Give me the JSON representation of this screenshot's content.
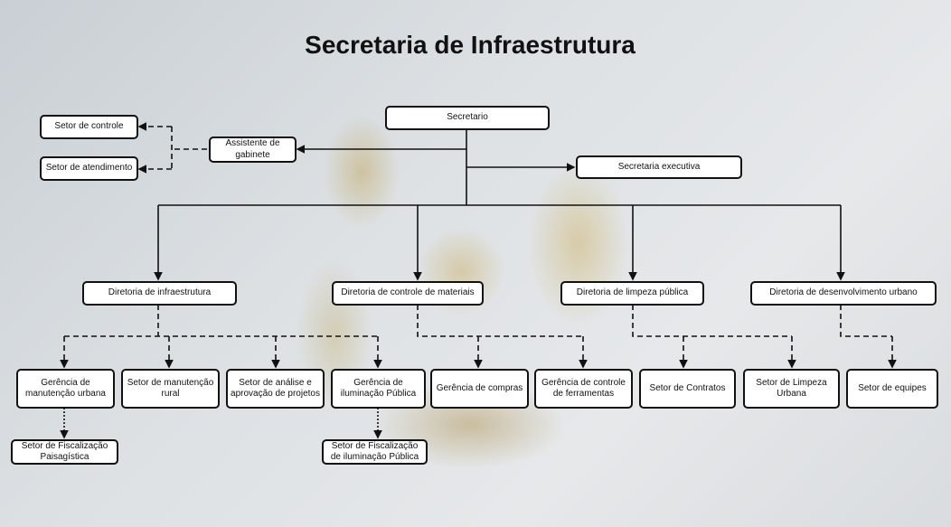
{
  "title": "Secretaria de Infraestrutura",
  "top": {
    "secretario": "Secretario",
    "assistente": "Assistente de gabinete",
    "setor_controle": "Setor de controle",
    "setor_atendimento": "Setor de atendimento",
    "secretaria_executiva": "Secretaria executiva"
  },
  "diretorias": [
    "Diretoria de infraestrutura",
    "Diretoria de controle de materiais",
    "Diretoria de limpeza pública",
    "Diretoria de desenvolvimento urbano"
  ],
  "setores": [
    "Gerência de manutenção urbana",
    "Setor de manutenção rural",
    "Setor de análise e aprovação de projetos",
    "Gerência  de iluminação Pública",
    "Gerência de compras",
    "Gerência de controle de ferramentas",
    "Setor de Contratos",
    "Setor de Limpeza Urbana",
    "Setor  de equipes"
  ],
  "subsetores": [
    "Setor de Fiscalização Paisagística",
    "Setor de Fiscalização de iluminação Pública"
  ]
}
